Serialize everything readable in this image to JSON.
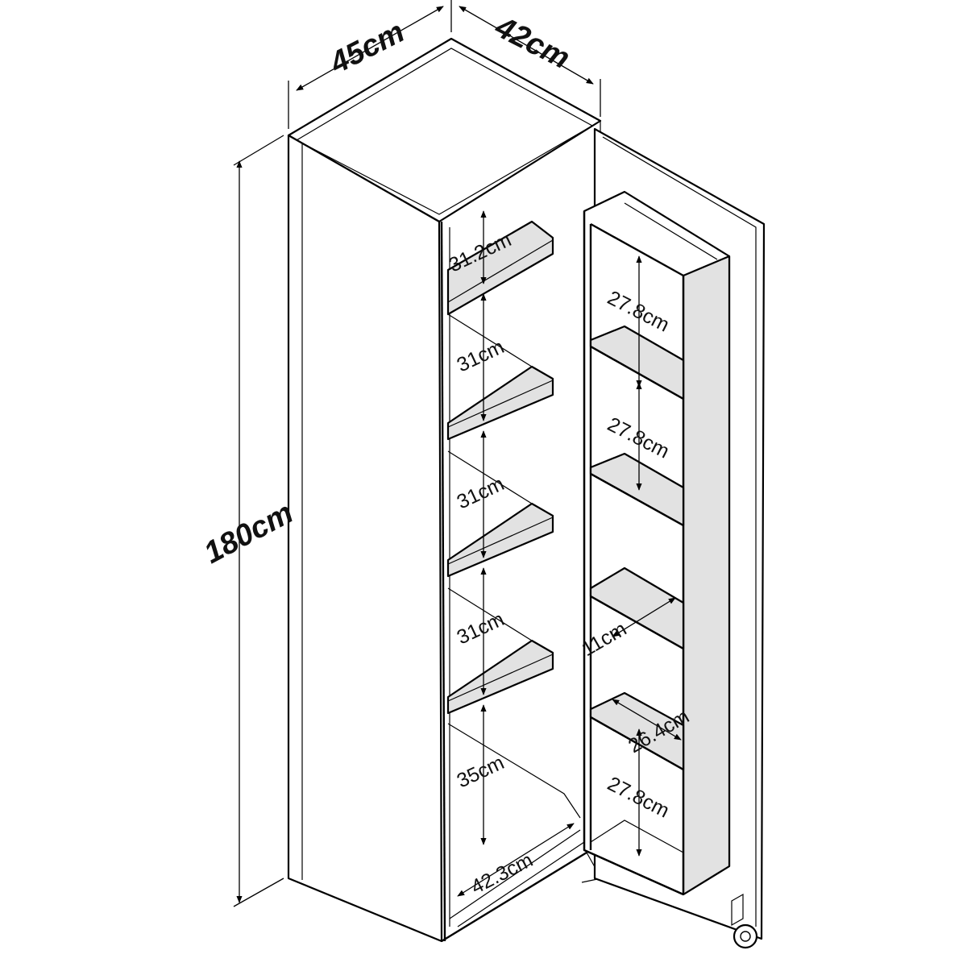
{
  "dimensions": {
    "width": "45cm",
    "depth": "42cm",
    "height": "180cm"
  },
  "cabinet_shelves": {
    "gap1": "31.2cm",
    "gap2": "31cm",
    "gap3": "31cm",
    "gap4": "31cm",
    "gap5": "35cm",
    "inner_width": "42.3cm"
  },
  "door_rack": {
    "gap1": "27.8cm",
    "gap2": "27.8cm",
    "shelf_depth": "11cm",
    "shelf_width": "26.4cm",
    "gap3": "27.8cm"
  }
}
